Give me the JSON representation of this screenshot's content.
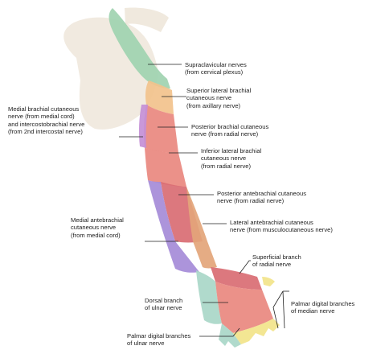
{
  "labels": {
    "supraclavicular": [
      "Supraclavicular nerves",
      "(from cervical plexus)"
    ],
    "superior_lateral_brachial": [
      "Superior lateral brachial",
      "cutaneous nerve",
      "(from axillary nerve)"
    ],
    "medial_brachial": [
      "Medial brachial cutaneous",
      "nerve (from medial cord)",
      "and intercostobrachial nerve",
      "(from 2nd intercostal nerve)"
    ],
    "posterior_brachial": [
      "Posterior brachial cutaneous",
      "nerve (from radial nerve)"
    ],
    "inferior_lateral_brachial": [
      "Inferior lateral brachial",
      "cutaneous nerve",
      "(from radial nerve)"
    ],
    "posterior_antebrachial": [
      "Posterior antebrachial cutaneous",
      "nerve (from radial nerve)"
    ],
    "medial_antebrachial": [
      "Medial antebrachial",
      "cutaneous nerve",
      "(from medial cord)"
    ],
    "lateral_antebrachial": [
      "Lateral antebrachial cutaneous",
      "nerve (from musculocutaneous nerve)"
    ],
    "superficial_radial": [
      "Superficial branch",
      "of radial nerve"
    ],
    "dorsal_ulnar": [
      "Dorsal branch",
      "of ulnar nerve"
    ],
    "palmar_median": [
      "Palmar digital branches",
      "of median nerve"
    ],
    "palmar_ulnar": [
      "Palmar digital branches",
      "of ulnar nerve"
    ]
  },
  "colors": {
    "skin": "#efe4d6",
    "supraclavicular": "#9fd2b0",
    "axillary": "#f2c28c",
    "radial": "#e9887f",
    "radial_dark": "#d96c73",
    "medial_cord": "#c48fd6",
    "medial_antebrachial": "#a58bd8",
    "musculocutaneous": "#e3a57a",
    "ulnar": "#a9d7c8",
    "median": "#f2e48a",
    "leader": "#222222"
  }
}
